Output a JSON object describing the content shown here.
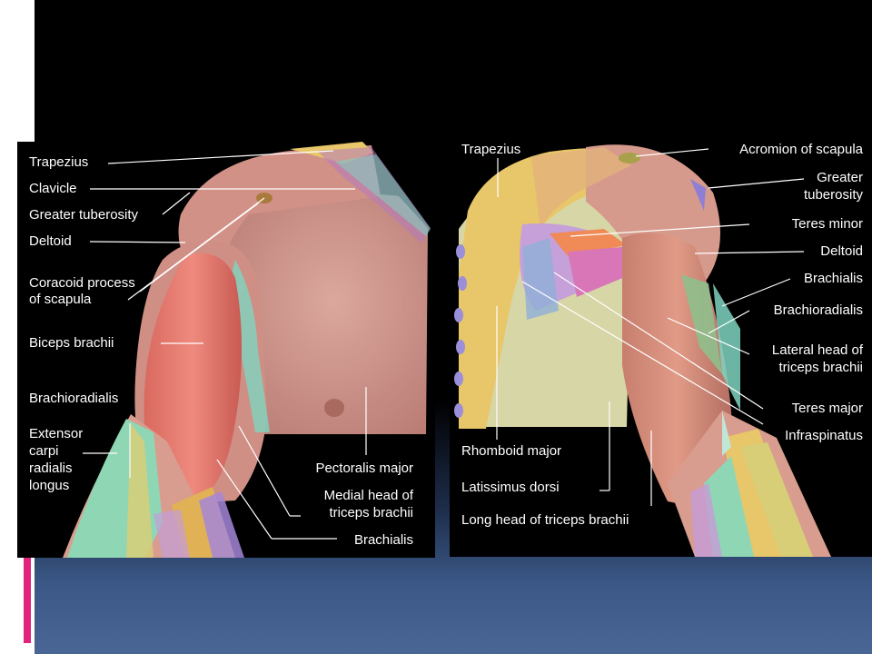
{
  "front_labels": {
    "trapezius": "Trapezius",
    "clavicle": "Clavicle",
    "greater_tuberosity": "Greater tuberosity",
    "deltoid": "Deltoid",
    "coracoid_1": "Coracoid process",
    "coracoid_2": "of scapula",
    "biceps": "Biceps brachii",
    "brachioradialis": "Brachioradialis",
    "ecrl_1": "Extensor",
    "ecrl_2": "carpi",
    "ecrl_3": "radialis",
    "ecrl_4": "longus",
    "pectoralis": "Pectoralis major",
    "medial_triceps_1": "Medial head of",
    "medial_triceps_2": "triceps brachii",
    "brachialis": "Brachialis"
  },
  "back_labels": {
    "trapezius": "Trapezius",
    "acromion": "Acromion of scapula",
    "greater_tuberosity_1": "Greater",
    "greater_tuberosity_2": "tuberosity",
    "teres_minor": "Teres minor",
    "deltoid": "Deltoid",
    "brachialis": "Brachialis",
    "brachioradialis": "Brachioradialis",
    "lateral_triceps_1": "Lateral head of",
    "lateral_triceps_2": "triceps brachii",
    "teres_major": "Teres major",
    "infraspinatus": "Infraspinatus",
    "rhomboid": "Rhomboid major",
    "latissimus": "Latissimus dorsi",
    "long_triceps": "Long head of triceps brachii"
  },
  "colors": {
    "skin": "#c98f86",
    "biceps": "#e0776c",
    "trapezius": "#e8c66a",
    "teal": "#7fd4bf",
    "back_area": "#d7d6a6",
    "accent_pink": "#e0237c"
  }
}
